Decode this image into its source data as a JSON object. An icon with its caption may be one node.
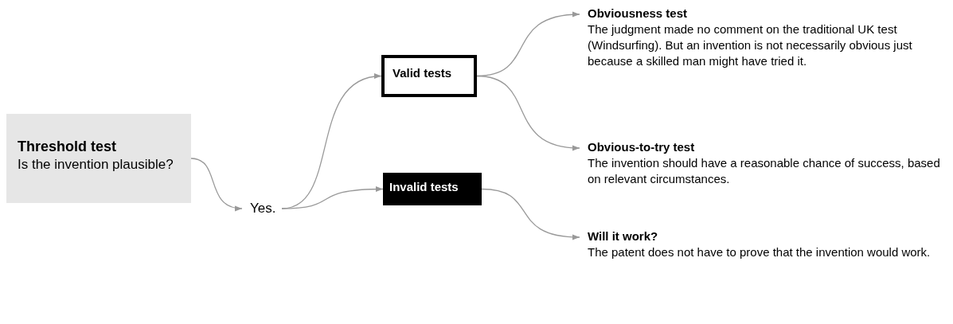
{
  "diagram": {
    "nodes": [
      {
        "text": [
          "Threshold test",
          "Is the invention plausible?"
        ]
      },
      {
        "text": [
          "Yes."
        ]
      },
      {
        "text": [
          "Valid tests"
        ]
      },
      {
        "text": [
          "Invalid tests"
        ]
      },
      {
        "text": [
          "Obviousness test",
          "The judgment made no comment on the traditional UK test (Windsurfing). But an invention is not necessarily obvious just because a skilled man might have tried it."
        ]
      },
      {
        "text": [
          "Obvious-to-try test",
          "The invention should have a reasonable chance of success, based on relevant circumstances."
        ]
      },
      {
        "text": [
          "Will it work?",
          "The patent does not have to prove that the invention would work."
        ]
      }
    ],
    "edges": [
      {
        "from": 0,
        "to": 1,
        "arrow": "to"
      },
      {
        "from": 1,
        "to": 2,
        "arrow": "to"
      },
      {
        "from": 1,
        "to": 3,
        "arrow": "to"
      },
      {
        "from": 2,
        "to": 4,
        "arrow": "to"
      },
      {
        "from": 2,
        "to": 5,
        "arrow": "to"
      },
      {
        "from": 3,
        "to": 6,
        "arrow": "to"
      }
    ]
  }
}
